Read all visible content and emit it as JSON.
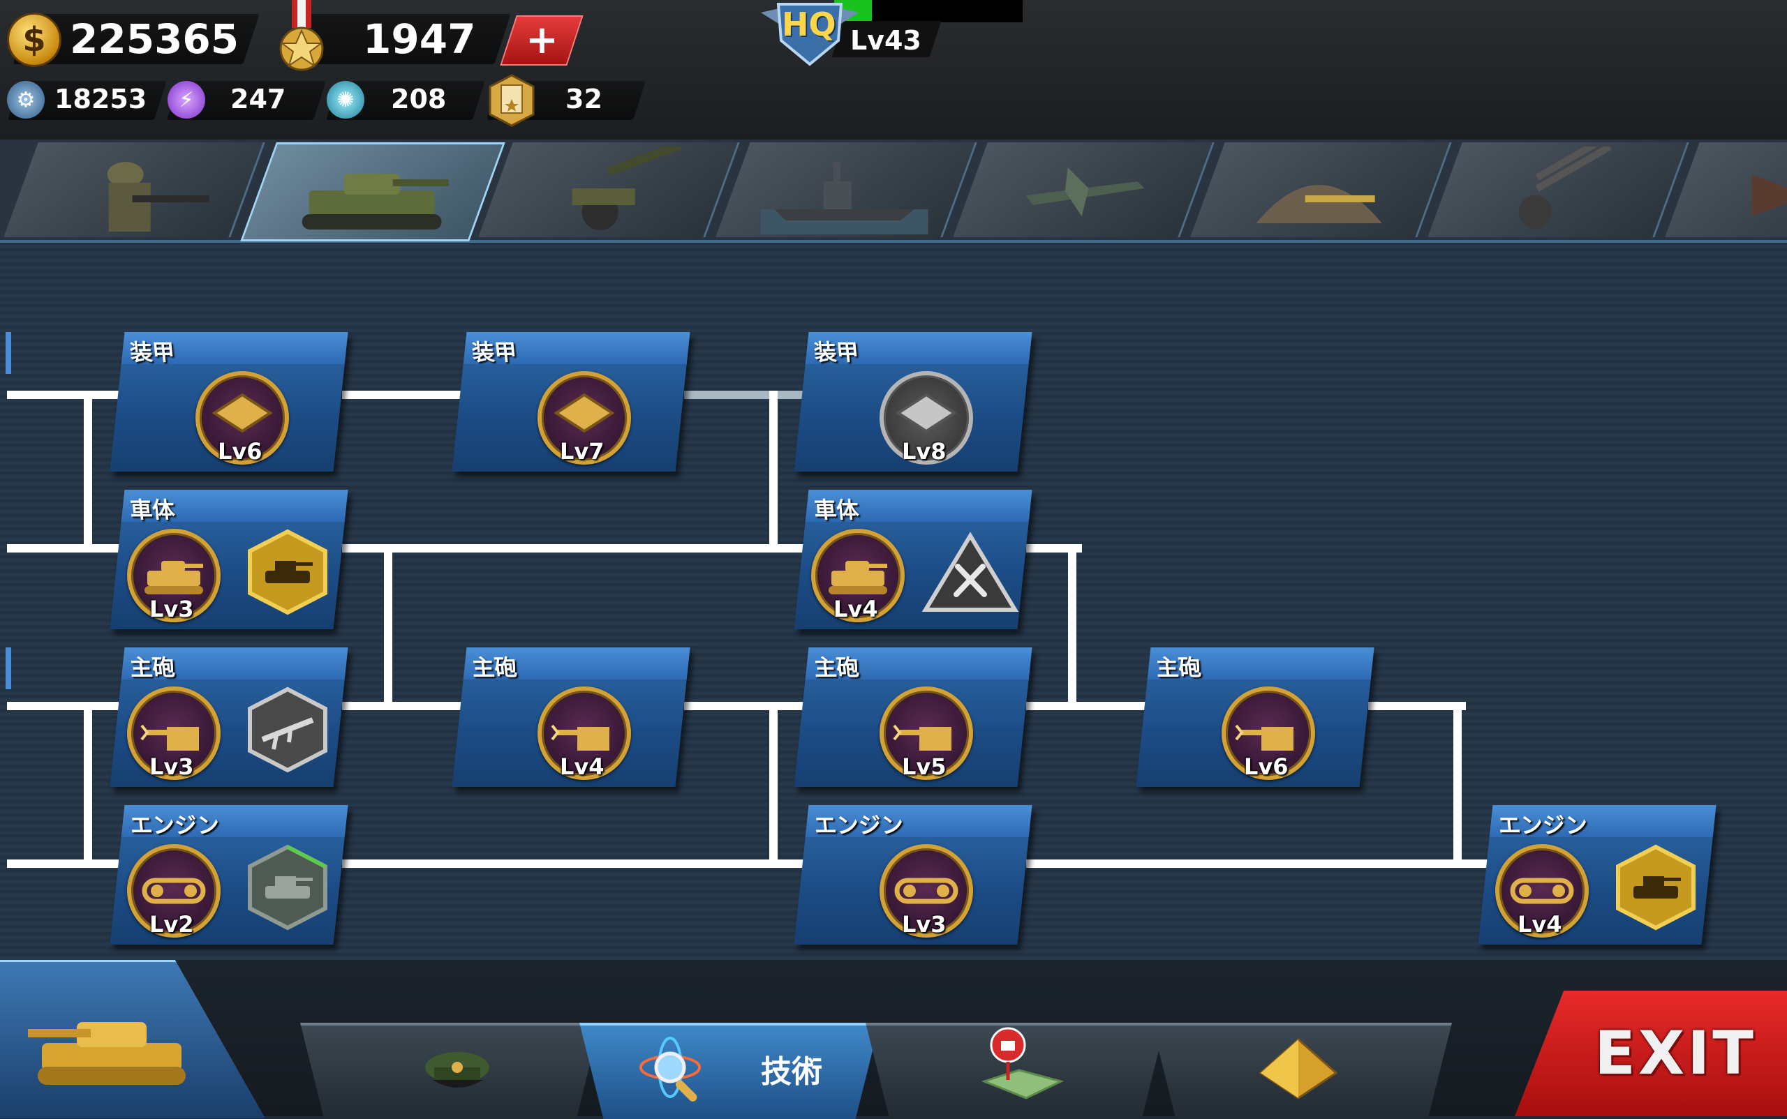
{
  "header": {
    "gold": "225365",
    "medals": "1947",
    "add_symbol": "+",
    "hq_label": "HQ",
    "hq_level": "Lv43",
    "hq_progress": 0.2,
    "gold_symbol": "$"
  },
  "resources": [
    {
      "icon": "gear-icon",
      "value": "18253"
    },
    {
      "icon": "lightning-icon",
      "value": "247"
    },
    {
      "icon": "atom-icon",
      "value": "208"
    },
    {
      "icon": "star-badge-icon",
      "value": "32"
    }
  ],
  "categories": [
    {
      "icon": "infantry-icon"
    },
    {
      "icon": "tank-icon",
      "active": true
    },
    {
      "icon": "artillery-icon"
    },
    {
      "icon": "battleship-icon"
    },
    {
      "icon": "aircraft-icon"
    },
    {
      "icon": "bunker-icon"
    },
    {
      "icon": "anti-air-gun-icon"
    },
    {
      "icon": "bomber-icon"
    }
  ],
  "tree": {
    "armor_1": {
      "title": "装甲",
      "level": "Lv6"
    },
    "armor_2": {
      "title": "装甲",
      "level": "Lv7"
    },
    "armor_3": {
      "title": "装甲",
      "level": "Lv8"
    },
    "hull_1": {
      "title": "車体",
      "level": "Lv3"
    },
    "hull_2": {
      "title": "車体",
      "level": "Lv4"
    },
    "gun_1": {
      "title": "主砲",
      "level": "Lv3"
    },
    "gun_2": {
      "title": "主砲",
      "level": "Lv4"
    },
    "gun_3": {
      "title": "主砲",
      "level": "Lv5"
    },
    "gun_4": {
      "title": "主砲",
      "level": "Lv6"
    },
    "engine_1": {
      "title": "エンジン",
      "level": "Lv2"
    },
    "engine_2": {
      "title": "エンジン",
      "level": "Lv3"
    },
    "engine_3": {
      "title": "エンジン",
      "level": "Lv4"
    }
  },
  "bottom_nav": {
    "tech_label": "技術",
    "exit_label": "EXIT"
  },
  "colors": {
    "gold": "#d3a237",
    "node_blue": "#2e6aa8",
    "exit_red": "#e82a2a",
    "hq_green": "#19c21f"
  }
}
